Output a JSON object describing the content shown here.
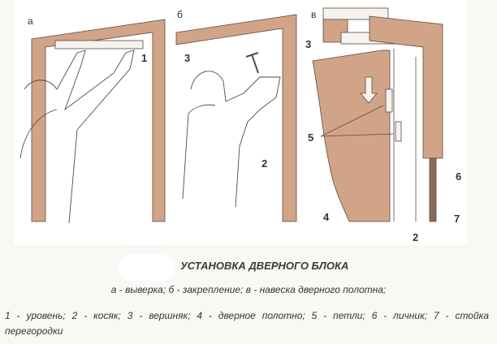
{
  "figure": {
    "labels": {
      "panel_a": "а",
      "panel_b": "б",
      "panel_c": "в",
      "a_1": "1",
      "b_3": "3",
      "b_2": "2",
      "c_3": "3",
      "c_5": "5",
      "c_4": "4",
      "c_6": "6",
      "c_7": "7",
      "c_2": "2"
    },
    "colors": {
      "wood": "#d2a487",
      "wood_dark": "#a9785e",
      "line": "#5a4a40"
    }
  },
  "caption": {
    "title": "УСТАНОВКА ДВЕРНОГО БЛОКА",
    "panels": "а - выверка; б - закрепление; в - навеска дверного полотна;",
    "parts": "1 - уровень; 2 - косяк; 3 - вершняк; 4 - дверное полотно; 5 - петли; 6 - личник; 7 - стойка перегородки"
  }
}
